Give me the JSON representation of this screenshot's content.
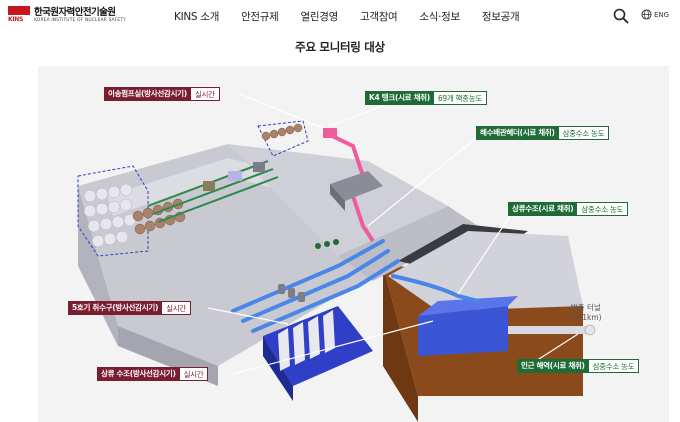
{
  "header": {
    "logo_mark": "KINS",
    "logo_korean": "한국원자력안전기술원",
    "logo_english": "KOREA INSTITUTE OF NUCLEAR SAFETY",
    "nav": [
      "KINS 소개",
      "안전규제",
      "열린경영",
      "고객참여",
      "소식·정보",
      "정보공개"
    ],
    "lang_label": "ENG"
  },
  "section_title": "주요 모니터링 대상",
  "callouts": {
    "transfer_pump": {
      "tag": "이송펌프실(방사선감시기)",
      "value": "실시간"
    },
    "k4_tank": {
      "tag": "K4 탱크(시료 채취)",
      "value": "69개 핵종농도"
    },
    "seawater_header": {
      "tag": "해수배관헤더(시료 채취)",
      "value": "삼중수소 농도"
    },
    "upstream_tank": {
      "tag": "상류수조(시료 채취)",
      "value": "삼중수소 농도"
    },
    "intake_no5": {
      "tag": "5호기 취수구(방사선감시기)",
      "value": "실시간"
    },
    "upstream_tank_monitor": {
      "tag": "상류 수조(방사선감시기)",
      "value": "실시간"
    },
    "nearby_sea": {
      "tag": "인근 해역(시료 채취)",
      "value": "삼중수소 농도"
    }
  },
  "outlet_tunnel": {
    "label": "방출 터널",
    "length": "(약 1km)"
  },
  "colors": {
    "accent_red": "#7a1d31",
    "accent_green": "#1e6b35",
    "brand_red": "#c4161c"
  }
}
